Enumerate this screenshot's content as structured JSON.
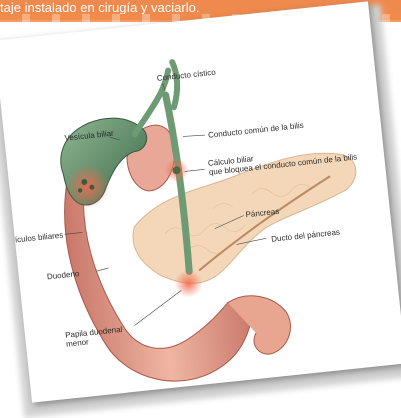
{
  "banner": {
    "text": "taje instalado en cirugía y vaciarlo.",
    "color": "#ee8a4e"
  },
  "diagram": {
    "labels": {
      "cystic_duct": "Conducto cístico",
      "gallbladder": "Vesícula biliar",
      "common_bile_duct": "Conducto común de la bilis",
      "gallstone_line1": "Cálculo biliar",
      "gallstone_line2": "que bloquea el conducto común de la bilis",
      "gallstones": "ículos biliares",
      "pancreas": "Páncreas",
      "duodenum": "Duodeno",
      "pancreatic_duct": "Ducto del páncreas",
      "papilla_line1": "Papila duodenal",
      "papilla_line2": "menor"
    },
    "colors": {
      "pancreas": "#f3d7b8",
      "duodenum": "#e6a391",
      "gallbladder": "#5f8f6b",
      "bile_duct": "#6e9b74",
      "inflammation": "#f26a4f"
    }
  }
}
